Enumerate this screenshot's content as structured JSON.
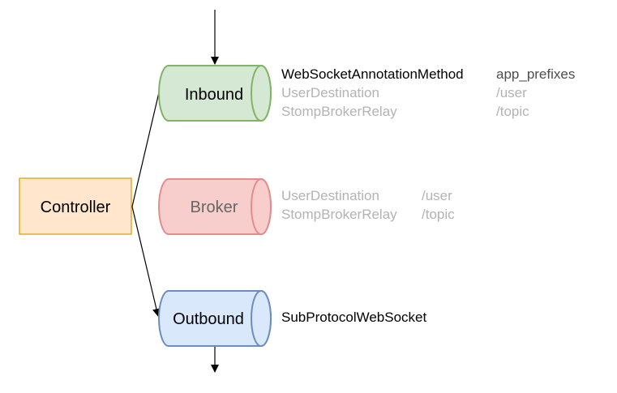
{
  "colors": {
    "inbound_fill": "#d5e8d4",
    "inbound_stroke": "#82b366",
    "broker_fill": "#f8cecc",
    "broker_stroke": "#e28d8d",
    "outbound_fill": "#dae8fc",
    "outbound_stroke": "#6c8ebf",
    "controller_fill": "#ffe6cc",
    "controller_stroke": "#d79b00",
    "active_text": "#000000",
    "inactive_text": "#b3b3b3",
    "prefix_text": "#4d4d4d"
  },
  "controller": {
    "label": "Controller"
  },
  "inbound": {
    "label": "Inbound",
    "handlers": [
      {
        "name": "WebSocketAnnotationMethod",
        "prefix": "app_prefixes",
        "active": true
      },
      {
        "name": "UserDestination",
        "prefix": "/user",
        "active": false
      },
      {
        "name": "StompBrokerRelay",
        "prefix": "/topic",
        "active": false
      }
    ]
  },
  "broker": {
    "label": "Broker",
    "handlers": [
      {
        "name": "UserDestination",
        "prefix": "/user"
      },
      {
        "name": "StompBrokerRelay",
        "prefix": "/topic"
      }
    ]
  },
  "outbound": {
    "label": "Outbound",
    "handlers": [
      {
        "name": "SubProtocolWebSocket"
      }
    ]
  }
}
